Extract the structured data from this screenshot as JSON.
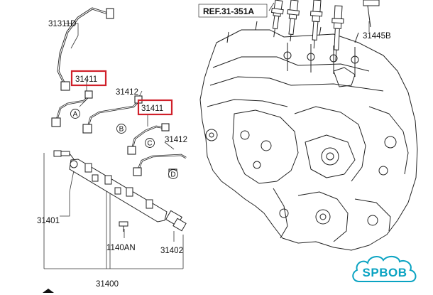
{
  "labels": {
    "ref": "REF.31-351A",
    "p31311D": "31311D",
    "p31411_a": "31411",
    "p31411_b": "31411",
    "p31412_a": "31412",
    "p31412_b": "31412",
    "p31445B": "31445B",
    "p31401": "31401",
    "p31400": "31400",
    "p1140AN": "1140AN",
    "p31402": "31402"
  },
  "callouts": {
    "a": "A",
    "b": "B",
    "c": "C",
    "d": "D"
  },
  "highlight_color": "#d0202a",
  "watermark": {
    "text": "SPBOB",
    "color": "#0aa3c2"
  }
}
